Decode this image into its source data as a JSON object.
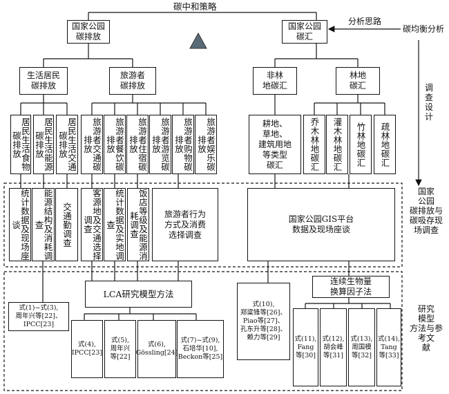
{
  "title": "碳中和策略",
  "side": {
    "analysis_idea": "分析思路",
    "carbon_balance": "碳均衡分析",
    "survey_design": "调\n查\n设\n计",
    "field_survey": "国家\n公园\n碳排放与\n碳吸存现\n场调查",
    "research_method": "研究\n模型\n方法与参\n考文\n献"
  },
  "top": {
    "emission": "国家公园\n碳排放",
    "sink": "国家公园\n碳汇"
  },
  "level2": {
    "resident": "生活居民\n碳排放",
    "tourist": "旅游者\n碳排放",
    "nonforest": "非林\n地碳汇",
    "forest": "林地\n碳汇"
  },
  "level3": {
    "resident_items": [
      "居民生活食物碳排放",
      "居民生活能源碳排放",
      "居民生活交通碳排放"
    ],
    "tourist_items": [
      "旅游者交通碳排放",
      "旅游者餐饮碳排放",
      "旅游者住宿碳排放",
      "旅游者游览碳排放",
      "旅游者购物碳排放",
      "旅游者娱乐碳排放"
    ],
    "nonforest_item": "耕地、\n草地、\n建筑用地\n等类型\n碳汇",
    "forest_items": [
      "乔木林地碳汇",
      "灌木林地碳汇",
      "竹林地碳汇",
      "疏林地碳汇"
    ]
  },
  "survey": {
    "stat_interview": "统计数据及现场座谈",
    "energy_survey": "能源结构及消耗调查",
    "traffic_survey": "交通勤调查",
    "origin_survey": "客源地及交通选择调查",
    "stat_field": "统计数据及实地调查",
    "hotel_survey": "饭店等级及能源消耗调查",
    "behavior_survey": "旅游者行为\n方式及消费\n选择调查",
    "gis": "国家公园GIS平台\n数据及现场座谈"
  },
  "methods": {
    "lca": "LCA研究模型方法",
    "biomass": "连续生物量\n换算因子法"
  },
  "refs": {
    "r1": "式(1)~式(3),\n周年兴等[22]、\nIPCC[23]",
    "r4": "式(4),\nIPCC[23]",
    "r5": "式(5),\n周年兴\n等[22]",
    "r6": "式(6),\nGössling[24]",
    "r7": "式(7)~式(9),\n石培华[10],\nBeckon等[25]",
    "r10": "式(10),\n郑粱锋等[26]、\nPiao等[27]、\n孔东升等[28]、\n赖力等[29]",
    "r11": "式(11),\nFang\n等[30]",
    "r12": "式(12),\n胡会峰\n等[31]",
    "r13": "式(13),\n周国模\n等[32]",
    "r14": "式(14),\nTang\n等[33]"
  }
}
